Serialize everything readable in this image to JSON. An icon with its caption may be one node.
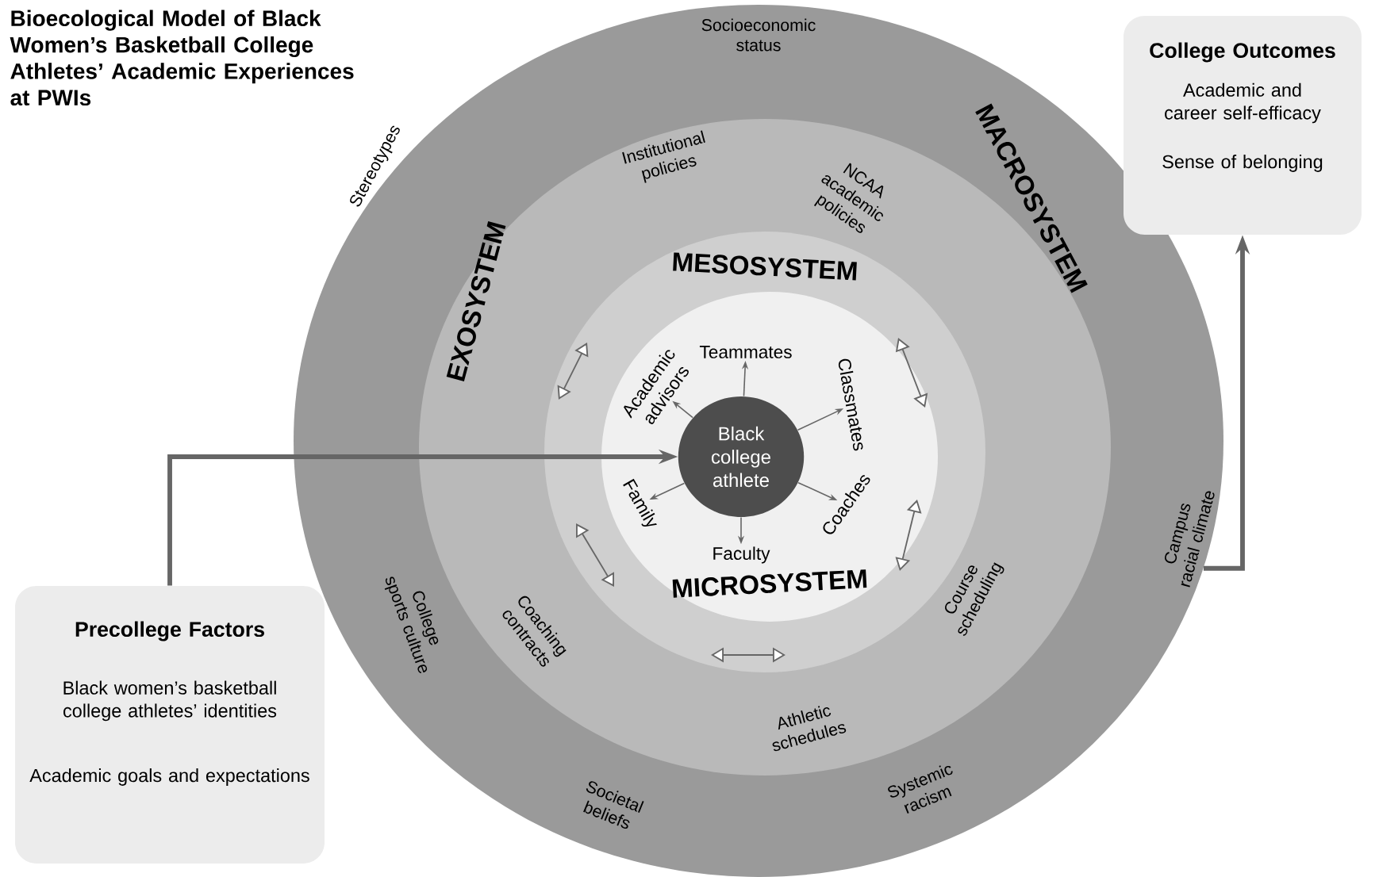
{
  "diagram": {
    "title": "Bioecological Model of Black Women’s Basketball College Athletes’ Academic Experiences at PWIs",
    "nodes": [
      {
        "text": [
          "MACROSYSTEM",
          "Socioeconomic status",
          "Stereotypes",
          "Campus racial climate",
          "Systemic racism",
          "Societal beliefs",
          "College sports culture"
        ]
      },
      {
        "text": [
          "EXOSYSTEM",
          "Institutional policies",
          "NCAA academic policies",
          "Course scheduling",
          "Athletic schedules",
          "Coaching contracts"
        ],
        "in": 0
      },
      {
        "text": [
          "MESOSYSTEM"
        ],
        "in": 1
      },
      {
        "text": [
          "MICROSYSTEM"
        ],
        "in": 2
      },
      {
        "text": [
          "Black college athlete"
        ],
        "in": 3
      },
      {
        "text": [
          "Teammates"
        ],
        "in": 3
      },
      {
        "text": [
          "Classmates"
        ],
        "in": 3
      },
      {
        "text": [
          "Coaches"
        ],
        "in": 3
      },
      {
        "text": [
          "Faculty"
        ],
        "in": 3
      },
      {
        "text": [
          "Family"
        ],
        "in": 3
      },
      {
        "text": [
          "Academic advisors"
        ],
        "in": 3
      },
      {
        "text": [
          "Precollege Factors",
          "Black women’s basketball college athletes’ identities",
          "Academic goals and expectations"
        ]
      },
      {
        "text": [
          "College Outcomes",
          "Academic and career self-efficacy",
          "Sense of belonging"
        ]
      }
    ],
    "edges": [
      {
        "from": 4,
        "to": 5,
        "arrow": "to"
      },
      {
        "from": 4,
        "to": 6,
        "arrow": "to"
      },
      {
        "from": 4,
        "to": 7,
        "arrow": "to"
      },
      {
        "from": 4,
        "to": 8,
        "arrow": "to"
      },
      {
        "from": 4,
        "to": 9,
        "arrow": "to"
      },
      {
        "from": 4,
        "to": 10,
        "arrow": "to"
      },
      {
        "from": 11,
        "to": 4,
        "arrow": "to",
        "style": "thick"
      },
      {
        "from": 0,
        "to": 12,
        "arrow": "to",
        "style": "thick"
      }
    ]
  }
}
